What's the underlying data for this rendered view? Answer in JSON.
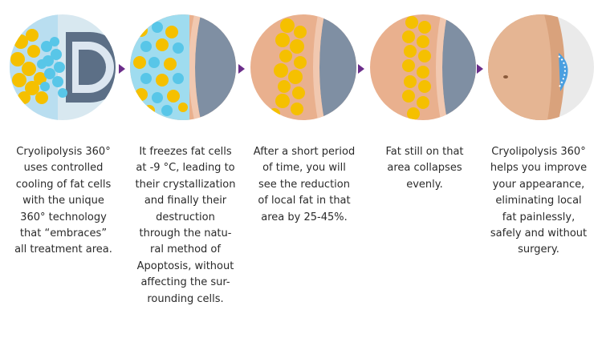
{
  "colors": {
    "fat_yellow": "#f5c000",
    "cool_blue": "#58c6e8",
    "skin": "#e9b08e",
    "tissue": "#7f8fa3",
    "arrow_purple": "#6b2d8a"
  },
  "steps": [
    {
      "caption": "Cryolipolysis 360°\nuses controlled\ncooling of fat cells\nwith the unique\n360° technology\nthat “embraces”\nall treatment area."
    },
    {
      "caption": "It freezes fat cells\nat -9 °C, leading to\ntheir crystallization\nand finally their\ndestruction\nthrough the natu-\nral method of\nApoptosis, without\naffecting the sur-\nrounding cells."
    },
    {
      "caption": "After a short period\nof time, you will\nsee the reduction\nof local fat in that\narea by 25-45%."
    },
    {
      "caption": "Fat still on that\narea collapses\nevenly."
    },
    {
      "caption": "Cryolipolysis 360°\nhelps you improve\nyour appearance,\neliminating local\nfat painlessly,\nsafely and without\nsurgery."
    }
  ]
}
